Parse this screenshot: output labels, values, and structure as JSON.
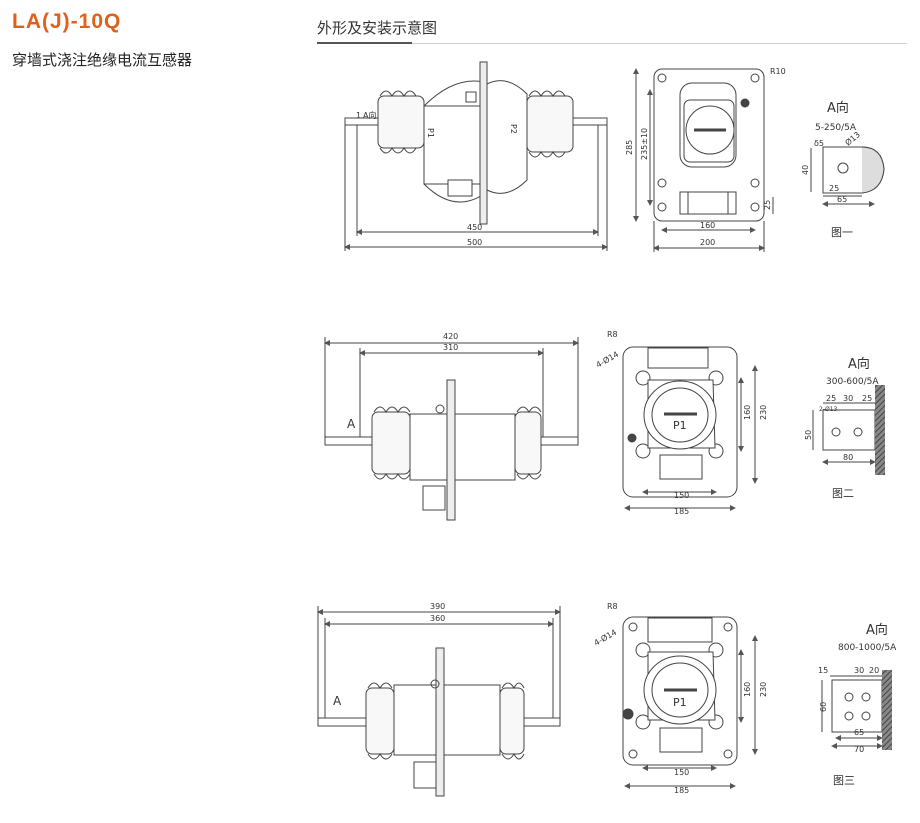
{
  "header": {
    "model": "LA(J)-10Q",
    "subtitle": "穿墙式浇注绝缘电流互感器"
  },
  "section_title": "外形及安装示意图",
  "row1": {
    "side": {
      "dim_450": "450",
      "dim_500": "500",
      "label_a": "A向",
      "label_1": "1",
      "p1": "P1",
      "p2": "P2"
    },
    "front": {
      "r10": "R10",
      "dim_285": "285",
      "dim_235": "235±10",
      "dim_25": "25",
      "dim_160": "160",
      "dim_200": "200"
    },
    "detail": {
      "title": "A向",
      "range": "5-250/5A",
      "d5": "δ5",
      "d13": "Ø13",
      "dim_40": "40",
      "dim_25": "25",
      "dim_65": "65",
      "fig": "图一"
    }
  },
  "row2": {
    "side": {
      "dim_420": "420",
      "dim_310": "310",
      "label_a": "A"
    },
    "front": {
      "r8": "R8",
      "holes": "4-Ø14",
      "p1": "P1",
      "dim_160": "160",
      "dim_230": "230",
      "dim_150": "150",
      "dim_185": "185"
    },
    "detail": {
      "title": "A向",
      "range": "300-600/5A",
      "d13": "2-Ø13",
      "dim_25a": "25",
      "dim_30": "30",
      "dim_25b": "25",
      "dim_50": "50",
      "dim_80": "80",
      "fig": "图二"
    }
  },
  "row3": {
    "side": {
      "dim_390": "390",
      "dim_360": "360",
      "label_a": "A"
    },
    "front": {
      "r8": "R8",
      "holes": "4-Ø14",
      "p1": "P1",
      "dim_160": "160",
      "dim_230": "230",
      "dim_150": "150",
      "dim_185": "185"
    },
    "detail": {
      "title": "A向",
      "range": "800-1000/5A",
      "dim_15": "15",
      "dim_30": "30",
      "dim_20": "20",
      "dim_60": "60",
      "dim_65": "65",
      "dim_70": "70",
      "fig": "图三"
    }
  }
}
